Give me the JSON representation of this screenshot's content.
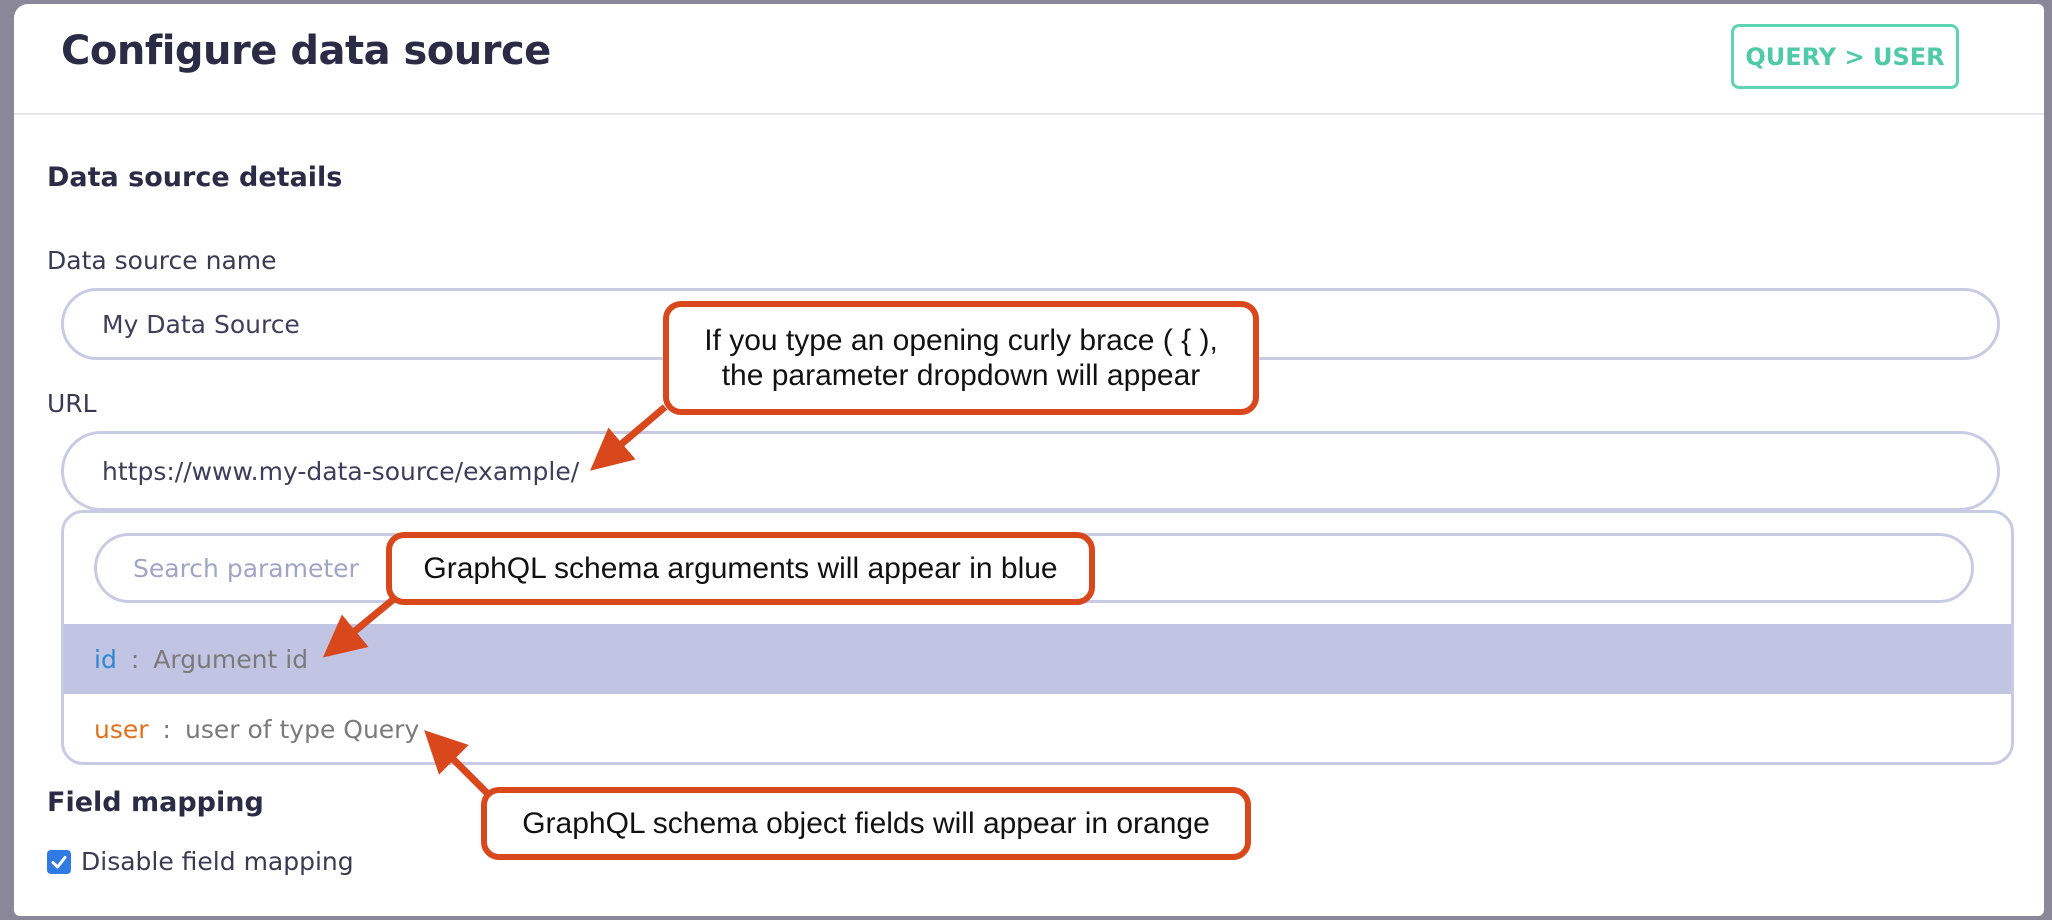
{
  "header": {
    "title": "Configure data source",
    "query_button_label": "QUERY > USER"
  },
  "details": {
    "section_title": "Data source details",
    "name_label": "Data source name",
    "name_value": "My Data Source",
    "url_label": "URL",
    "url_value": "https://www.my-data-source/example/"
  },
  "dropdown": {
    "search_placeholder": "Search parameter",
    "items": [
      {
        "name": "id",
        "separator": ":",
        "description": "Argument id",
        "kind": "argument",
        "color": "#2f86d3",
        "selected": true
      },
      {
        "name": "user",
        "separator": ":",
        "description": "user of type Query",
        "kind": "object-field",
        "color": "#e0711c",
        "selected": false
      }
    ]
  },
  "field_mapping": {
    "section_title": "Field mapping",
    "disable_label": "Disable field mapping",
    "disable_checked": true
  },
  "callouts": {
    "curly_brace_line1": "If you type an opening curly brace ( { ),",
    "curly_brace_line2": "the parameter dropdown will appear",
    "arguments_blue": "GraphQL schema arguments will appear in blue",
    "fields_orange": "GraphQL schema object fields will appear in orange"
  },
  "colors": {
    "accent_teal": "#5fd3b5",
    "callout_border": "#d9471c",
    "selected_row": "#c2c4e4",
    "argument_blue": "#2f86d3",
    "field_orange": "#e0711c"
  }
}
